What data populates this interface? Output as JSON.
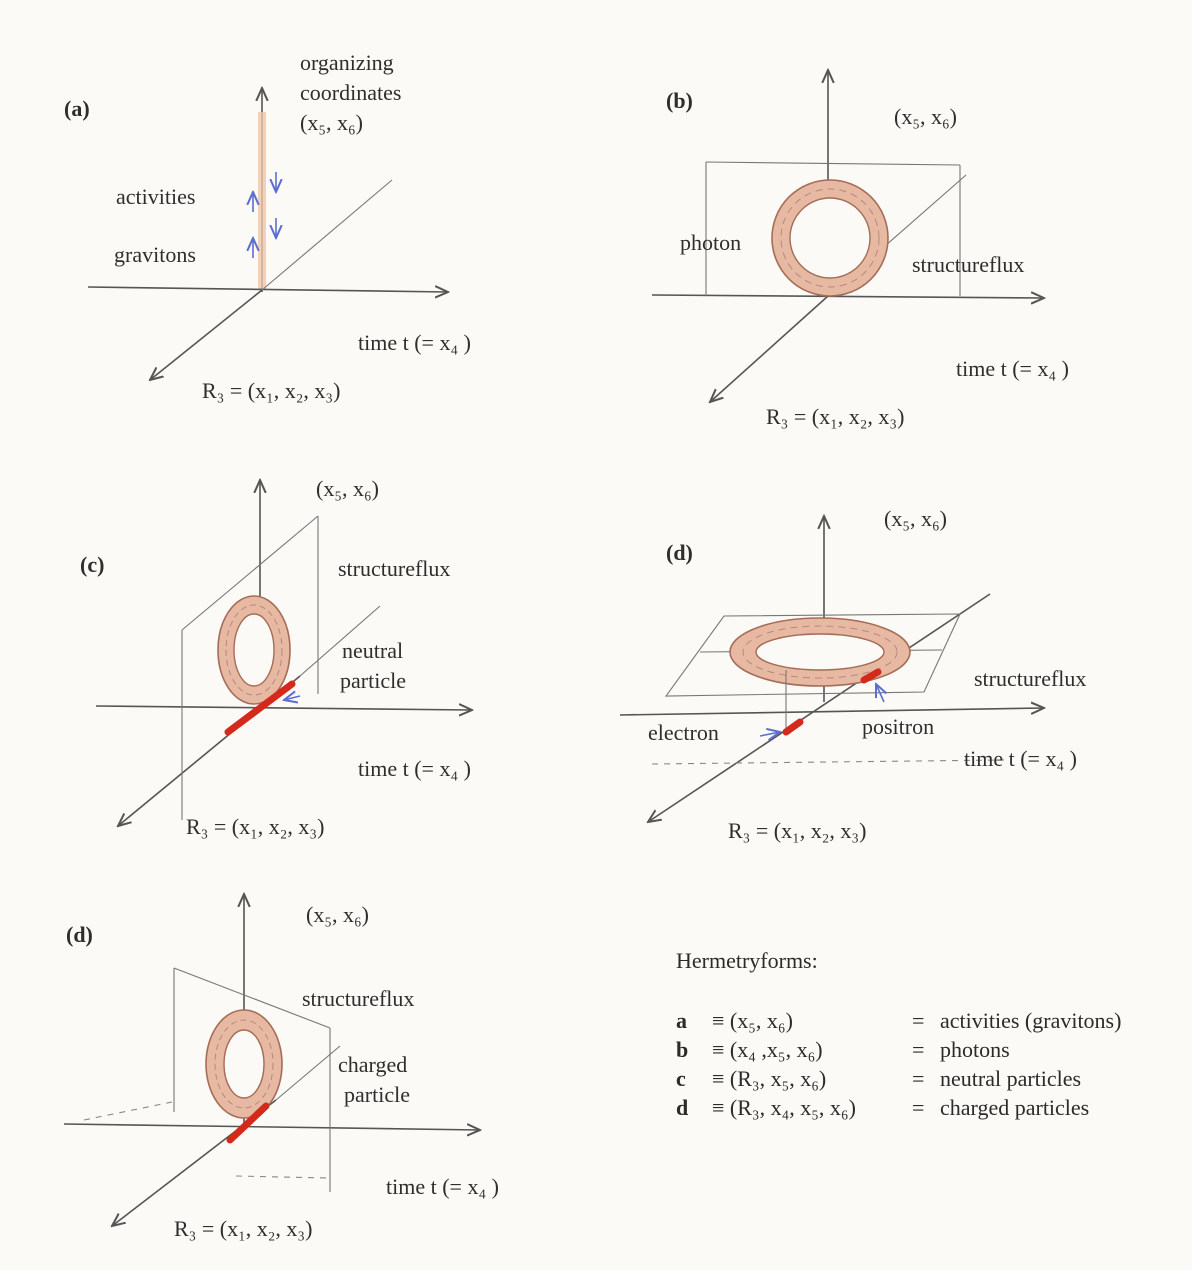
{
  "panel_a": {
    "tag": "(a)",
    "vertical_axis": [
      "organizing",
      "coordinates",
      "(x₅, x₆)"
    ],
    "activities": "activities",
    "gravitons": "gravitons",
    "time_axis": "time t (= x₄ )",
    "space_axis": "R₃ = (x₁, x₂, x₃)"
  },
  "panel_b": {
    "tag": "(b)",
    "vertical_axis": "(x₅, x₆)",
    "photon": "photon",
    "structureflux": "structureflux",
    "time_axis": "time t (= x₄ )",
    "space_axis": "R₃ = (x₁, x₂, x₃)"
  },
  "panel_c": {
    "tag": "(c)",
    "vertical_axis": "(x₅, x₆)",
    "structureflux": "structureflux",
    "neutral_particle": [
      "neutral",
      "particle"
    ],
    "time_axis": "time t (= x₄ )",
    "space_axis": "R₃ = (x₁, x₂, x₃)"
  },
  "panel_d1": {
    "tag": "(d)",
    "vertical_axis": "(x₅, x₆)",
    "structureflux": "structureflux",
    "electron": "electron",
    "positron": "positron",
    "time_axis": "time t (= x₄ )",
    "space_axis": "R₃ = (x₁, x₂, x₃)"
  },
  "panel_d2": {
    "tag": "(d)",
    "vertical_axis": "(x₅, x₆)",
    "structureflux": "structureflux",
    "charged_particle": [
      "charged",
      "particle"
    ],
    "time_axis": "time t (= x₄ )",
    "space_axis": "R₃ = (x₁, x₂, x₃)"
  },
  "legend": {
    "title": "Hermetryforms:",
    "rows": [
      {
        "key": "a",
        "def": "≡ (x₅, x₆)",
        "eq": "=",
        "desc": "activities (gravitons)"
      },
      {
        "key": "b",
        "def": "≡ (x₄ ,x₅, x₆)",
        "eq": "=",
        "desc": "photons"
      },
      {
        "key": "c",
        "def": "≡ (R₃, x₅, x₆)",
        "eq": "=",
        "desc": "neutral particles"
      },
      {
        "key": "d",
        "def": "≡ (R₃, x₄, x₅, x₆)",
        "eq": "=",
        "desc": "charged particles"
      }
    ]
  },
  "colors": {
    "ring": "#e7b9a3",
    "particle": "#d42a1c",
    "pointer": "#5b6fd0",
    "axis": "#555555"
  }
}
